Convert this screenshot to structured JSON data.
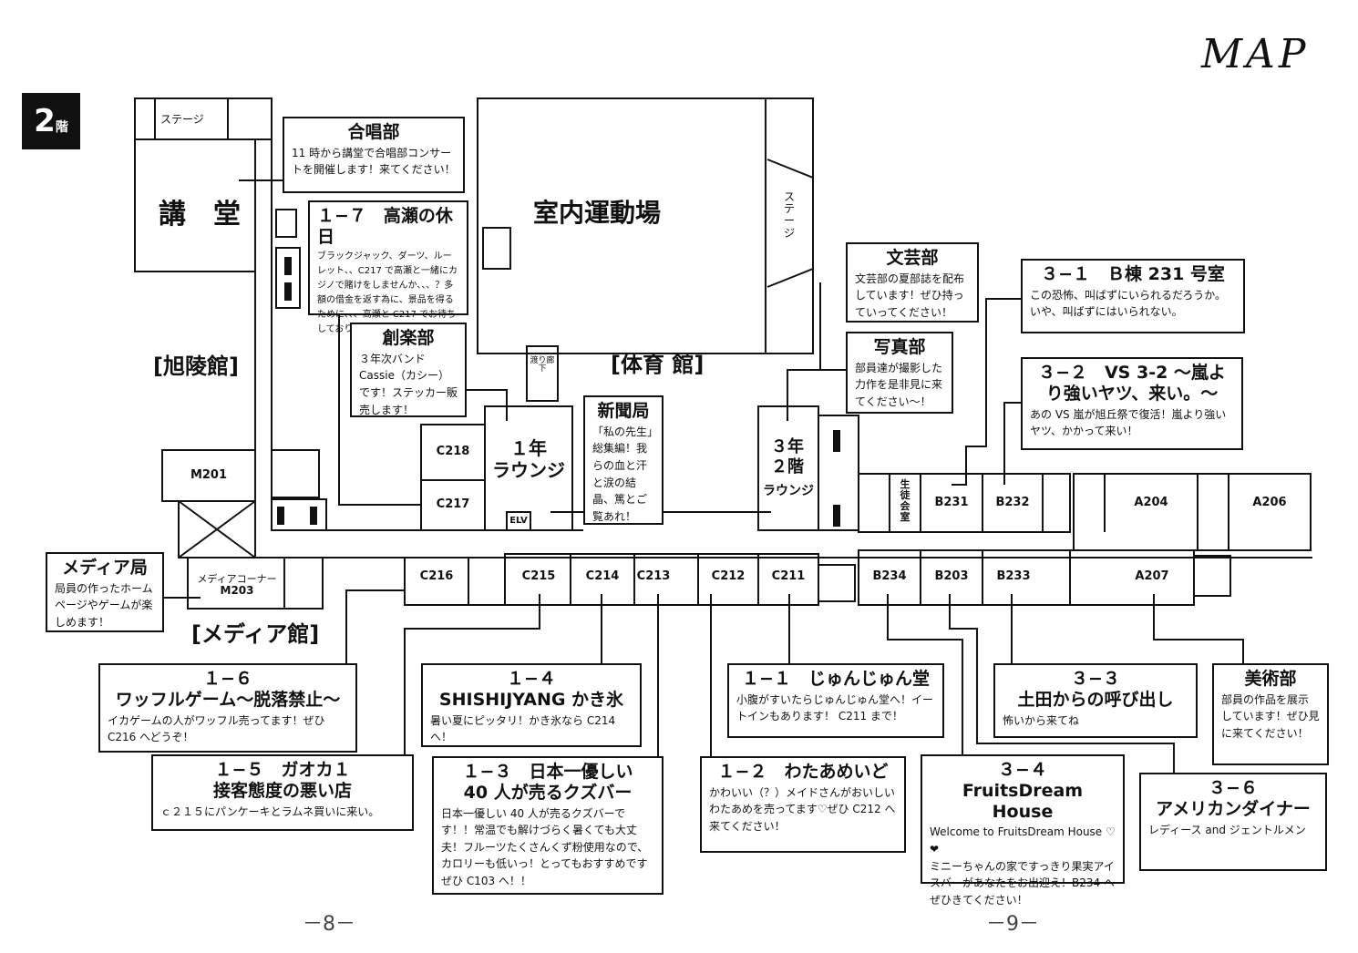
{
  "floor": {
    "number": "2",
    "suffix": "階"
  },
  "logo": "MAP",
  "page_numbers": {
    "left": "－8－",
    "right": "－9－"
  },
  "buildings": {
    "kyoryokan": "[旭陵館]",
    "taiikukan": "[体育 館]",
    "mediakan": "[メディア館]"
  },
  "places": {
    "stage1": "ステージ",
    "kodo": "講　堂",
    "gym": "室内運動場",
    "stage2": "ステージ",
    "watari": "渡り廊下",
    "lounge1": "１年\nラウンジ",
    "lounge3a": "３年\n２階",
    "lounge3b": "ラウンジ",
    "elv": "ELV",
    "seito": "生徒会室"
  },
  "rooms": [
    "M201",
    "C218",
    "C217",
    "C216",
    "C215",
    "C214",
    "C213",
    "C212",
    "C211",
    "B234",
    "B203",
    "B233",
    "A207",
    "B231",
    "B232",
    "A204",
    "A206"
  ],
  "media_corner": {
    "line1": "メディアコーナー",
    "line2": "M203"
  },
  "callouts": {
    "gassho": {
      "title": "合唱部",
      "body": "11 時から講堂で合唱部コンサートを開催します！来てください！"
    },
    "c17": {
      "title": "１−７　高瀬の休日",
      "body": "ブラックジャック、ダーツ、ルーレット、、C217 で高瀬と一緒にカジノで賭けをしませんか、、、？多額の借金を返す為に、景品を得るために、、、高瀬と C217 でお待ちしております。"
    },
    "soraku": {
      "title": "創楽部",
      "body": "３年次バンド Cassie（カシー）です！ステッカー販売します！"
    },
    "shinbun": {
      "title": "新聞局",
      "body": "「私の先生」総集編！我らの血と汗と涙の結晶、篤とご覧あれ！"
    },
    "bungei": {
      "title": "文芸部",
      "body": "文芸部の夏部誌を配布しています！ぜひ持っていってください！"
    },
    "shashin": {
      "title": "写真部",
      "body": "部員達が撮影した力作を是非見に来てください〜！"
    },
    "c31": {
      "title": "３−１　Ｂ棟 231 号室",
      "body": "この恐怖、叫ばずにいられるだろうか。いや、叫ばずにはいられない。"
    },
    "c32": {
      "title": "３−２　VS 3-2 〜嵐より強いヤツ、来い。〜",
      "body": "あの VS 嵐が旭丘祭で復活！嵐より強いヤツ、かかって来い！"
    },
    "media": {
      "title": "メディア局",
      "body": "局員の作ったホームページやゲームが楽しめます！"
    },
    "c16": {
      "title": "１−６\nワッフルゲーム〜脱落禁止〜",
      "body": "イカゲームの人がワッフル売ってます！ぜひ C216 へどうぞ！"
    },
    "c14": {
      "title": "１−４\nSHISHIJYANG かき氷",
      "body": "暑い夏にピッタリ！かき氷なら C214 へ！"
    },
    "c11": {
      "title": "１−１　じゅんじゅん堂",
      "body": "小腹がすいたらじゅんじゅん堂へ！イートインもあります！ C211 まで！"
    },
    "c33": {
      "title": "３−３\n土田からの呼び出し",
      "body": "怖いから来てね"
    },
    "bijutsu": {
      "title": "美術部",
      "body": "部員の作品を展示しています！ぜひ見に来てください！"
    },
    "c15": {
      "title": "１−５　ガオカ１\n接客態度の悪い店",
      "body": "ｃ２１５にパンケーキとラムネ買いに来い。"
    },
    "c13": {
      "title": "１−３　日本一優しい\n40 人が売るクズバー",
      "body": "日本一優しい 40 人が売るクズバーです！！常温でも解けづらく暑くても大丈夫！フルーツたくさんくず粉使用なので、カロリーも低いっ！とってもおすすめですぜひ C103 へ！！"
    },
    "c12": {
      "title": "１−２　わたあめいど",
      "body": "かわいい（？）メイドさんがおいしいわたあめを売ってます♡ぜひ C212 へ来てください！"
    },
    "c34": {
      "title": "３−４\nFruitsDream House",
      "body": "Welcome to FruitsDream House ♡❤\nミニーちゃんの家ですっきり果実アイスバーがあなたをお出迎え！B234 へぜひきてください！"
    },
    "c36": {
      "title": "３−６\nアメリカンダイナー",
      "body": "レディース and ジェントルメン"
    }
  }
}
